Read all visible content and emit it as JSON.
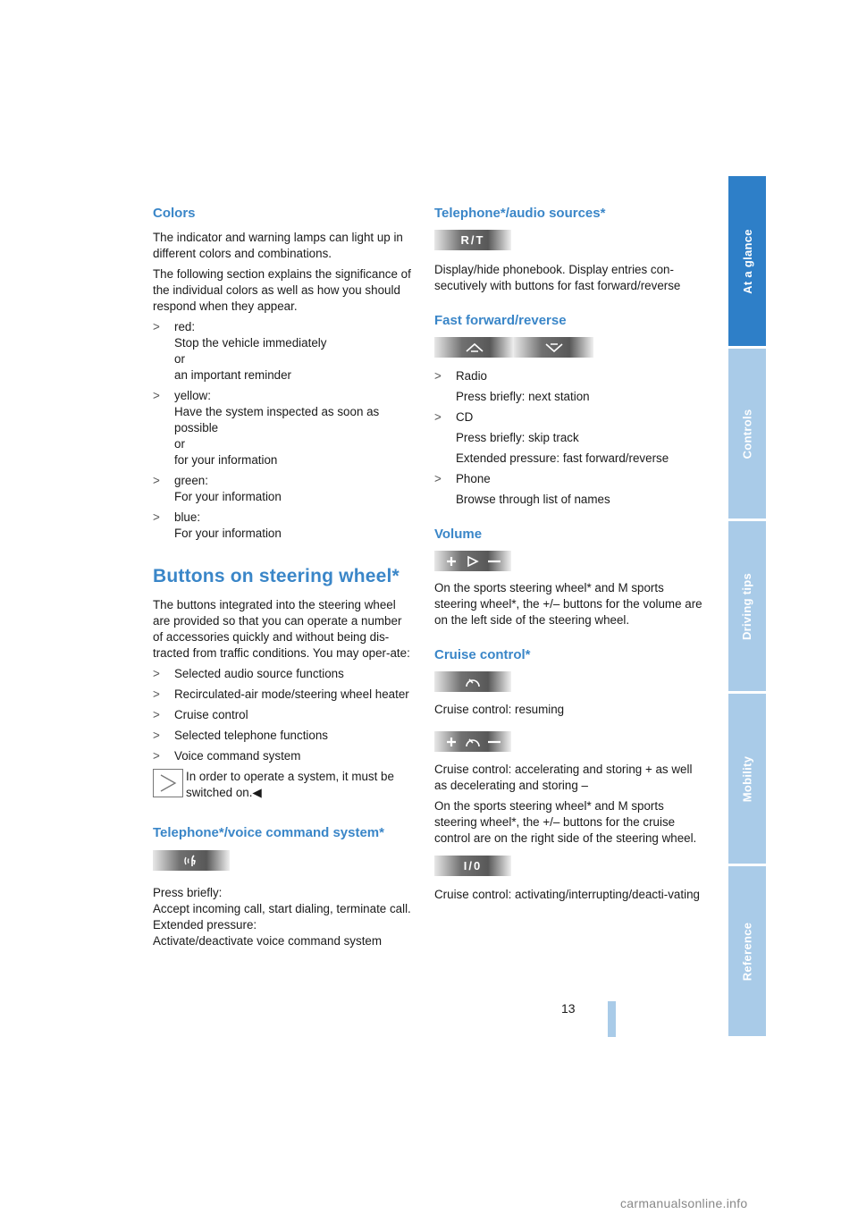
{
  "left": {
    "colors_heading": "Colors",
    "colors_p1": "The indicator and warning lamps can light up in different colors and combinations.",
    "colors_p2": "The following section explains the significance of the individual colors as well as how you should respond when they appear.",
    "color_items": [
      "red:\nStop the vehicle immediately\nor\nan important reminder",
      "yellow:\nHave the system inspected as soon as possible\nor\nfor your information",
      "green:\nFor your information",
      "blue:\nFor your information"
    ],
    "buttons_heading": "Buttons on steering wheel*",
    "buttons_intro": "The buttons integrated into the steering wheel are provided so that you can operate a number of accessories quickly and without being dis-tracted from traffic conditions. You may oper-ate:",
    "button_items": [
      "Selected audio source functions",
      "Recirculated-air mode/steering wheel heater",
      "Cruise control",
      "Selected telephone functions",
      "Voice command system"
    ],
    "note_text": "In order to operate a system, it must be switched on.◀",
    "voice_heading": "Telephone*/voice command system*",
    "voice_text": "Press briefly:\nAccept incoming call, start dialing, terminate call.\nExtended pressure:\nActivate/deactivate voice command system"
  },
  "right": {
    "audio_heading": "Telephone*/audio sources*",
    "rt_button_label": "R/T",
    "audio_text": "Display/hide phonebook. Display entries con-secutively with buttons for fast forward/reverse",
    "ff_heading": "Fast forward/reverse",
    "ff_items": [
      {
        "title": "Radio",
        "sub": [
          "Press briefly: next station"
        ]
      },
      {
        "title": "CD",
        "sub": [
          "Press briefly: skip track",
          "Extended pressure: fast forward/reverse"
        ]
      },
      {
        "title": "Phone",
        "sub": [
          "Browse through list of names"
        ]
      }
    ],
    "volume_heading": "Volume",
    "volume_text": "On the sports steering wheel* and M sports steering wheel*, the +/– buttons for the volume are on the left side of the steering wheel.",
    "cruise_heading": "Cruise control*",
    "cruise_resume": "Cruise control: resuming",
    "cruise_accel": "Cruise control: accelerating and storing + as well as decelerating and storing –",
    "cruise_sports": "On the sports steering wheel* and M sports steering wheel*, the +/– buttons for the cruise control are on the right side of the steering wheel.",
    "io_button_label": "I/0",
    "cruise_activate": "Cruise control: activating/interrupting/deacti-vating"
  },
  "sidebar": {
    "tabs": [
      "At a glance",
      "Controls",
      "Driving tips",
      "Mobility",
      "Reference"
    ]
  },
  "page_number": "13",
  "watermark": "carmanualsonline.info"
}
